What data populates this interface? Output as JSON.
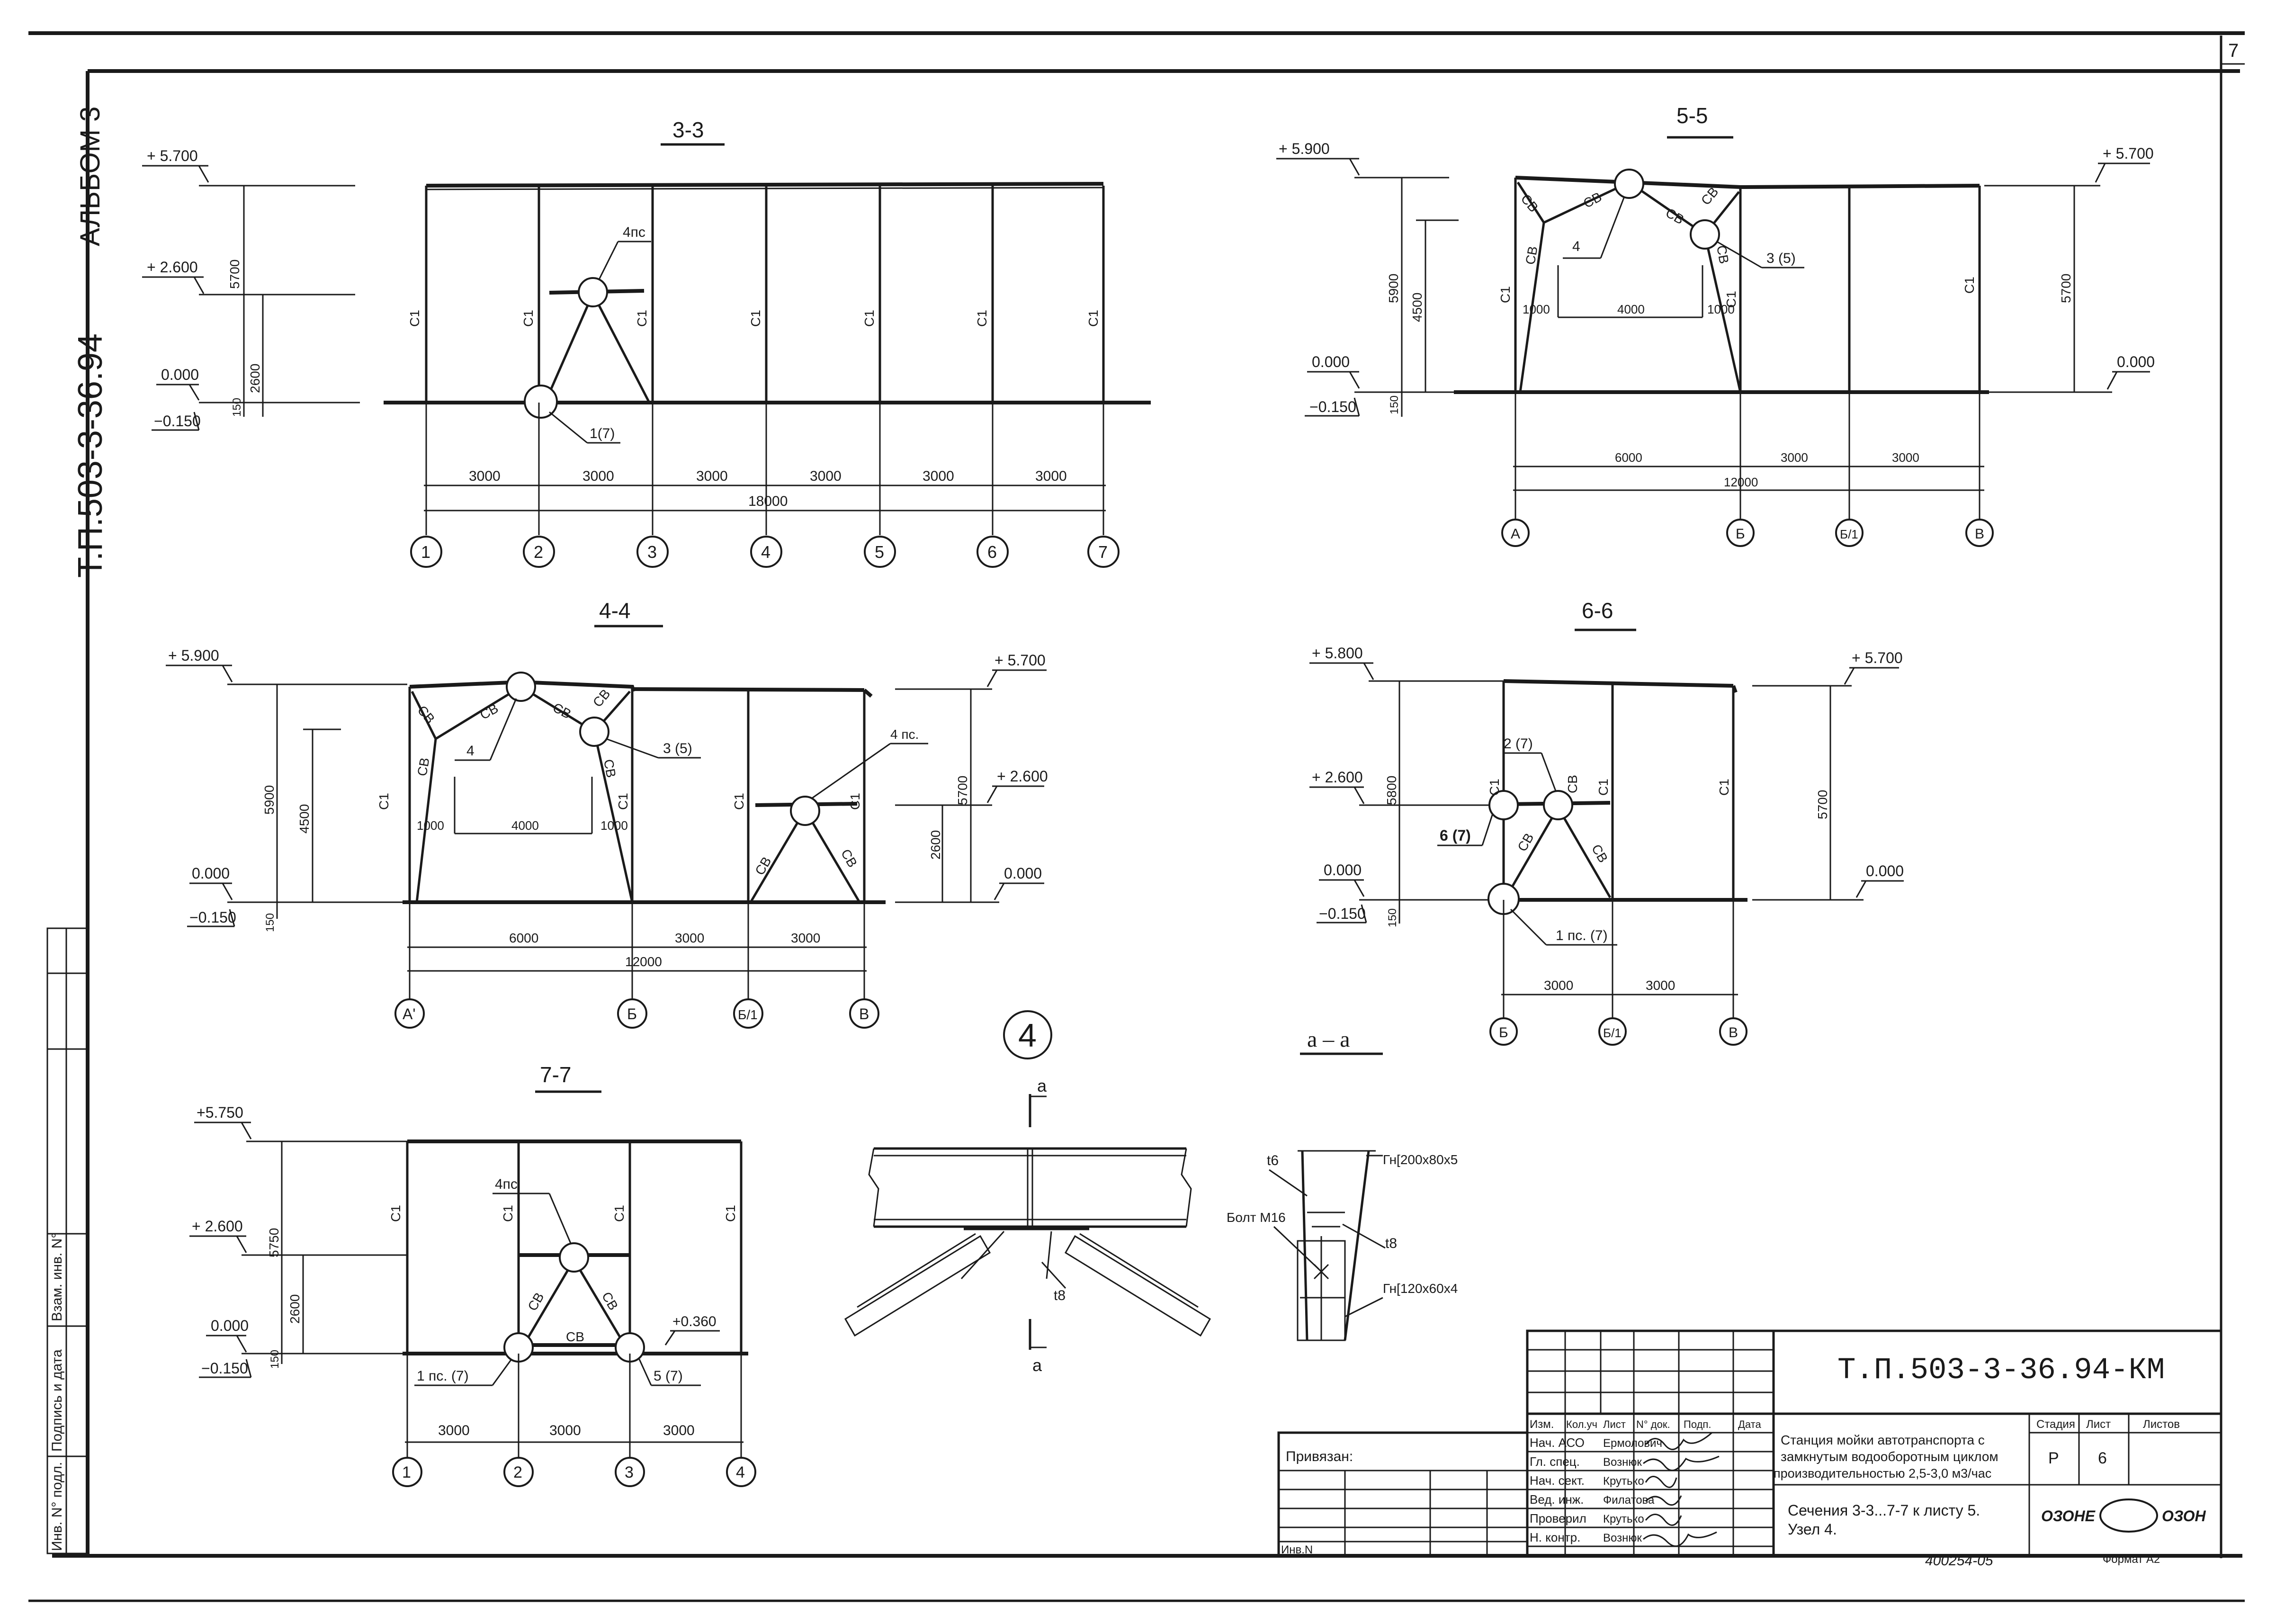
{
  "sheet": {
    "page_no": "7",
    "album": "АЛЬБОМ 3",
    "side_code": "Т.П.503-3-36.94"
  },
  "side_stamp": {
    "inv_podl": "Инв. N° подл.",
    "podpis": "Подпись и дата",
    "vzam": "Взам. инв. N°"
  },
  "sec33": {
    "title": "3-3",
    "lv_top": "+ 5.700",
    "lv_mid": "+ 2.600",
    "lv_zero": "0.000",
    "lv_neg": "−0.150",
    "dim_5700": "5700",
    "dim_2600": "2600",
    "dim_150": "150",
    "col": "C1",
    "label_4pc": "4пс",
    "label_1_7": "1(7)",
    "spans": [
      "3000",
      "3000",
      "3000",
      "3000",
      "3000",
      "3000"
    ],
    "total": "18000",
    "axes": [
      "1",
      "2",
      "3",
      "4",
      "5",
      "6",
      "7"
    ]
  },
  "sec44": {
    "title": "4-4",
    "lv_left": "+ 5.900",
    "lv_right": "+ 5.700",
    "lv_mid": "+ 2.600",
    "lv_zero_l": "0.000",
    "lv_zero_r": "0.000",
    "lv_neg": "−0.150",
    "d5900": "5900",
    "d4500": "4500",
    "d150": "150",
    "d5700": "5700",
    "d2600": "2600",
    "col": "C1",
    "brace": "CB",
    "label_4": "4",
    "label_3_5": "3 (5)",
    "label_4pc": "4 пс.",
    "d1000a": "1000",
    "d4000": "4000",
    "d1000b": "1000",
    "spans": [
      "6000",
      "3000",
      "3000"
    ],
    "total": "12000",
    "axes": [
      "А'",
      "Б",
      "Б/1",
      "В"
    ]
  },
  "sec55": {
    "title": "5-5",
    "lv_left": "+ 5.900",
    "lv_right": "+ 5.700",
    "lv_zero": "0.000",
    "lv_zero_r": "0.000",
    "lv_neg": "−0.150",
    "d5900": "5900",
    "d4500": "4500",
    "d150": "150",
    "d5700": "5700",
    "col": "C1",
    "brace": "CB",
    "label_4": "4",
    "label_3_5": "3 (5)",
    "d1000a": "1000",
    "d4000": "4000",
    "d1000b": "1000",
    "spans": [
      "6000",
      "3000",
      "3000"
    ],
    "total": "12000",
    "axes": [
      "А",
      "Б",
      "Б/1",
      "В"
    ]
  },
  "sec66": {
    "title": "6-6",
    "lv_left": "+ 5.800",
    "lv_right": "+ 5.700",
    "lv_mid": "+ 2.600",
    "lv_zero": "0.000",
    "lv_zero_r": "0.000",
    "lv_neg": "−0.150",
    "d5800": "5800",
    "d150": "150",
    "d5700": "5700",
    "col": "C1",
    "brace": "CB",
    "label_2_7": "2 (7)",
    "label_6_7": "6 (7)",
    "label_1pc": "1 пс. (7)",
    "spans": [
      "3000",
      "3000"
    ],
    "axes": [
      "Б",
      "Б/1",
      "В"
    ]
  },
  "sec77": {
    "title": "7-7",
    "lv_top": "+5.750",
    "lv_mid": "+ 2.600",
    "lv_zero": "0.000",
    "lv_neg": "−0.150",
    "lv_360": "+0.360",
    "d5750": "5750",
    "d2600": "2600",
    "d150": "150",
    "col": "C1",
    "brace": "CB",
    "label_4pc": "4пс",
    "label_1pc": "1 пс. (7)",
    "label_5_7": "5 (7)",
    "spans": [
      "3000",
      "3000",
      "3000"
    ],
    "axes": [
      "1",
      "2",
      "3",
      "4"
    ]
  },
  "node4": {
    "num": "4",
    "aa": "а – а",
    "cut": "а",
    "t8": "t8",
    "t6": "t6",
    "bolt": "Болт М16",
    "gn1": "Гн[200х80х5",
    "gn2": "Гн[120х60х4"
  },
  "title_block": {
    "code": "Т.П.503-3-36.94-КМ",
    "privyazan": "Привязан:",
    "inv": "Инв.N",
    "header": [
      "Изм.",
      "Кол.уч",
      "Лист",
      "N° док.",
      "Подп.",
      "Дата"
    ],
    "roles": [
      "Нач. АСО",
      "Гл. спец.",
      "Нач. сект.",
      "Вед. инж.",
      "Проверил",
      "Н. контр."
    ],
    "names": [
      "Ермолович",
      "Вознюк",
      "Крутько",
      "Филатова",
      "Крутько",
      "Вознюк"
    ],
    "project": [
      "Станция мойки автотранспорта с",
      "замкнутым водооборотным циклом",
      "производительностью 2,5-3,0 м3/час"
    ],
    "status_head": [
      "Стадия",
      "Лист",
      "Листов"
    ],
    "status_vals": [
      "Р",
      "6",
      ""
    ],
    "sheet_title": [
      "Сечения 3-3...7-7 к листу 5.",
      "Узел 4."
    ],
    "org_logo": "ОЗОНЕ / ОЗОН",
    "format": "Формат А2",
    "archive": "400254-05"
  }
}
